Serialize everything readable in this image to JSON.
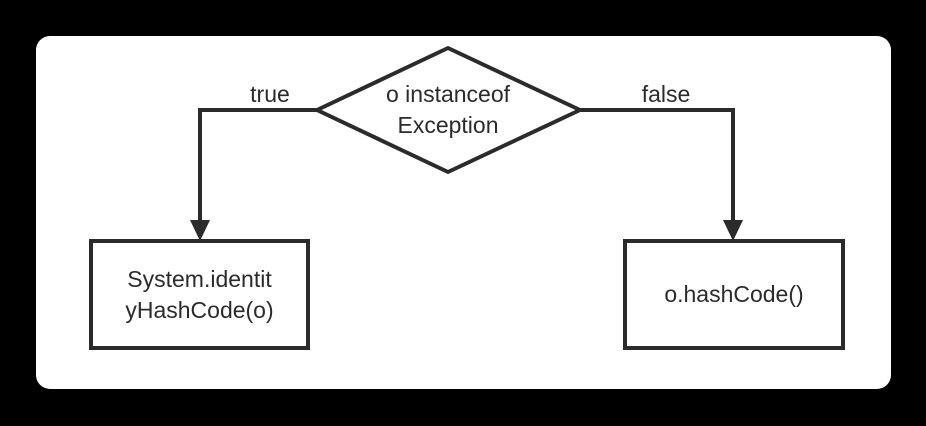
{
  "colors": {
    "page_background": "#000000",
    "panel_background": "#ffffff",
    "stroke": "#2b2b2b",
    "text": "#2b2b2b"
  },
  "flowchart": {
    "decision": {
      "line1": "o instanceof",
      "line2": "Exception"
    },
    "true_branch": {
      "label": "true"
    },
    "false_branch": {
      "label": "false"
    },
    "true_node": {
      "line1": "System.identit",
      "line2": "yHashCode(o)"
    },
    "false_node": {
      "label": "o.hashCode()"
    }
  }
}
